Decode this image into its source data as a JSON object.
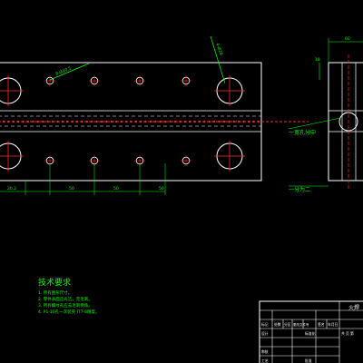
{
  "colors": {
    "background": "#000000",
    "outline": "#ffffff",
    "dimension": "#00ff00",
    "center": "#ff2a2a",
    "text_yellow": "#ffff00",
    "text_title": "#ffffff"
  },
  "left_view": {
    "dim_holes_top": "8-Ø10.5",
    "dim_holes_big": "4-Ø28",
    "dim_bottom": [
      "20.2",
      "50",
      "50",
      "50"
    ]
  },
  "right_view": {
    "dim_top": "60",
    "dim_side": "18",
    "note_center": "一宽孔分中",
    "note_bottom": "一分为二"
  },
  "notes": {
    "title": "技术要求",
    "lines": [
      "1. 所有图形尺寸。",
      "2. 零件表面应光洁，无毛刺。",
      "3. 所有螺纹孔应去毛刺倒角。",
      "4. P1-10孔一次装夹 IT7-8精度。"
    ]
  },
  "title_block": {
    "name": "火焊",
    "row1": [
      "标记",
      "处数",
      "分区",
      "更改文件号",
      "签名",
      "年月日"
    ],
    "row2": [
      "设计",
      "",
      "标准化"
    ],
    "row3": [
      "审核"
    ],
    "row4": [
      "工艺",
      "",
      "批准"
    ],
    "right_label": "共 页 第"
  }
}
